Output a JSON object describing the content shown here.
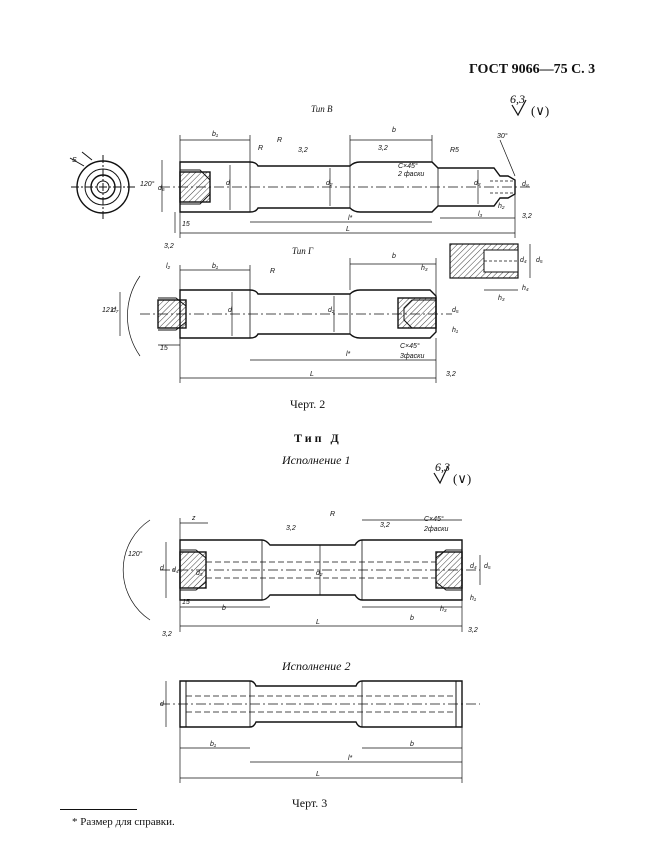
{
  "header": {
    "standard": "ГОСТ 9066—75 С. 3"
  },
  "fig2": {
    "type_v_label": "Тип В",
    "type_g_label": "Тип Г",
    "roughness_main": "6,3",
    "roughness_paren": "(∨)",
    "caption": "Черт. 2",
    "dims": {
      "b1": "b₁",
      "b": "b",
      "R": "R",
      "Rb": "R",
      "R5": "R5",
      "angle30": "30°",
      "r32a": "3,2",
      "r32b": "3,2",
      "chamfer": "C×45°",
      "chamfer2": "2 фаски",
      "d": "d",
      "d2": "d₂",
      "d3": "d₃",
      "d6": "d₆",
      "d8": "d₈",
      "d1": "d₁",
      "d4": "d₄",
      "d5": "d₅",
      "d7": "d₇",
      "S": "S",
      "a120": "120°",
      "a121": "121°",
      "n15": "15",
      "n15b": "15",
      "lstar": "l*",
      "lstar2": "l*",
      "L": "L",
      "L2": "L",
      "l3": "l₃",
      "l2": "l₂",
      "h1": "h₁",
      "h2": "h₂",
      "h3": "h₃",
      "h4": "h₄",
      "h5": "h₅",
      "n32": "3,2",
      "n32b": "3,2",
      "n32c": "3,2",
      "chamfer3": "C×45°",
      "chamfer3b": "3фаски",
      "r32g": "3,2"
    }
  },
  "fig3": {
    "title": "Тип Д",
    "ispolnenie1": "Исполнение 1",
    "ispolnenie2": "Исполнение 2",
    "roughness_main": "6,3",
    "roughness_paren": "(∨)",
    "caption": "Черт. 3",
    "dims": {
      "z": "z",
      "R": "R",
      "r32a": "3,2",
      "r32b": "3,2",
      "chamfer": "C×45°",
      "chamfer2": "2фаски",
      "a120": "120°",
      "d": "d",
      "d4": "d₄",
      "d3": "d₃",
      "d2": "d₂",
      "d5": "d₅",
      "d4b": "d₄",
      "n15": "15",
      "b": "b",
      "b2": "b",
      "h3": "h₃",
      "h1": "h₁",
      "L": "L",
      "n32": "3,2",
      "n32b": "3,2",
      "d_2": "d",
      "b1": "b₁",
      "b_2": "b",
      "lstar": "l*",
      "L2": "L"
    }
  },
  "footnote": {
    "text": "* Размер для справки."
  }
}
